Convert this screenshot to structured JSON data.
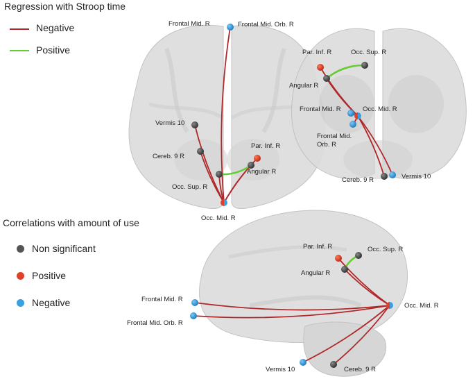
{
  "legend_regression": {
    "title": "Regression with Stroop time",
    "items": [
      {
        "label": "Negative",
        "color": "#b0282a"
      },
      {
        "label": "Positive",
        "color": "#66cc33"
      }
    ]
  },
  "legend_correlation": {
    "title": "Correlations with amount of use",
    "items": [
      {
        "label": "Non significant",
        "color": "#555555"
      },
      {
        "label": "Positive",
        "color": "#e0402a"
      },
      {
        "label": "Negative",
        "color": "#3aa0e0"
      }
    ]
  },
  "views": {
    "axial": {
      "labels": {
        "frontal_mid_r": "Frontal Mid. R",
        "frontal_mid_orb_r": "Frontal Mid. Orb. R",
        "vermis_10": "Vermis 10",
        "cereb_9_r": "Cereb. 9 R",
        "par_inf_r": "Par. Inf. R",
        "angular_r": "Angular R",
        "occ_sup_r": "Occ. Sup. R",
        "occ_mid_r": "Occ. Mid. R"
      }
    },
    "coronal": {
      "labels": {
        "par_inf_r": "Par. Inf. R",
        "occ_sup_r": "Occ. Sup. R",
        "angular_r": "Angular R",
        "frontal_mid_r": "Frontal Mid. R",
        "occ_mid_r": "Occ. Mid. R",
        "frontal_mid_orb_r": "Frontal Mid.\nOrb. R",
        "cereb_9_r": "Cereb. 9 R",
        "vermis_10": "Vermis 10"
      }
    },
    "sagittal": {
      "labels": {
        "par_inf_r": "Par. Inf. R",
        "occ_sup_r": "Occ. Sup. R",
        "angular_r": "Angular R",
        "frontal_mid_r": "Frontal Mid. R",
        "occ_mid_r": "Occ. Mid. R",
        "frontal_mid_orb_r": "Frontal Mid. Orb. R",
        "vermis_10": "Vermis 10",
        "cereb_9_r": "Cereb. 9 R"
      }
    }
  },
  "colors": {
    "negative_edge": "#b0282a",
    "positive_edge": "#66cc33",
    "node_nonsig": "#555555",
    "node_positive": "#e0402a",
    "node_negative": "#3aa0e0",
    "brain_fill": "#d8d8d8",
    "brain_stroke": "#b8b8b8"
  }
}
